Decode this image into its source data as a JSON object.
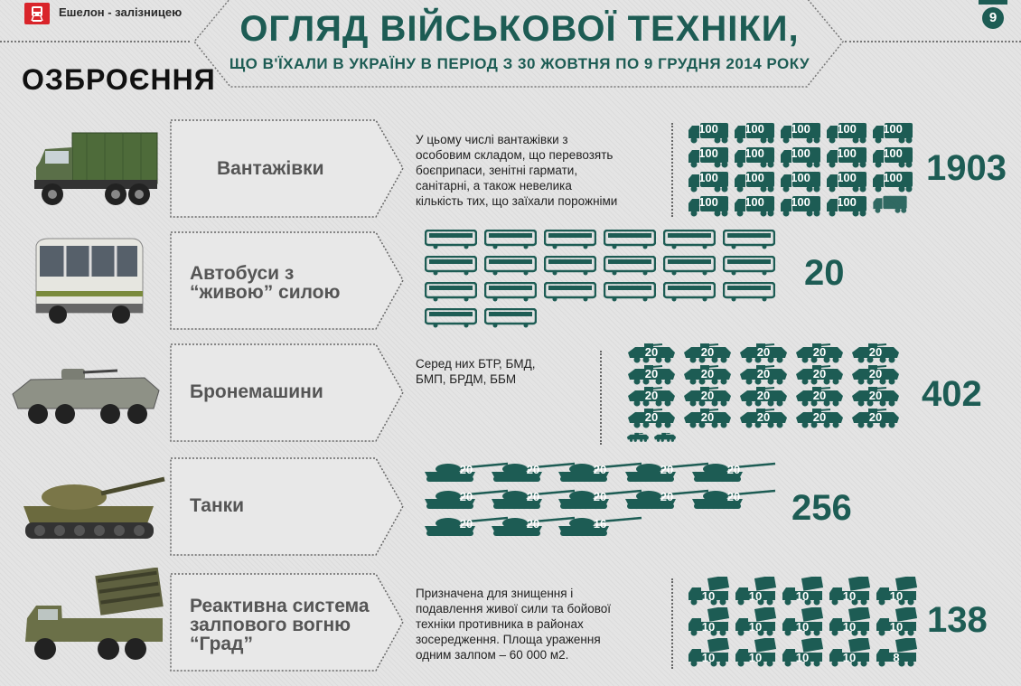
{
  "header": {
    "logo_label": "Ешелон - залізницею",
    "title_line1": "ОГЛЯД ВІЙСЬКОВОЇ ТЕХНІКИ,",
    "title_line2": "ЩО В'ЇХАЛИ В УКРАЇНУ В ПЕРІОД З 30 ЖОВТНЯ ПО 9 ГРУДНЯ 2014 РОКУ",
    "page_number": "9"
  },
  "section_title": "ОЗБРОЄННЯ",
  "colors": {
    "accent": "#1d5c54",
    "logo_red": "#d9242a",
    "text": "#333333"
  },
  "rows": {
    "trucks": {
      "label": "Вантажівки",
      "description": [
        "У цьому числі вантажівки з",
        "особовим складом, що перевозять",
        "боєприпаси, зенітні гармати,",
        "санітарні, а також невелика",
        "кількість тих, що заїхали порожніми"
      ],
      "count": "1903",
      "unit_icon": "truck-icon",
      "icon_labels": [
        "100",
        "100",
        "100",
        "100",
        "100",
        "100",
        "100",
        "100",
        "100",
        "100",
        "100",
        "100",
        "100",
        "100",
        "100",
        "100",
        "100",
        "100",
        "100"
      ],
      "partial_icon_fraction": 0.03
    },
    "buses": {
      "label_lines": [
        "Автобуси з",
        "“живою” силою"
      ],
      "count": "20",
      "unit_icon": "bus-icon",
      "icon_count": 20
    },
    "armored": {
      "label": "Бронемашини",
      "description": [
        "Серед них БТР, БМД,",
        "БМП, БРДМ, ББМ"
      ],
      "count": "402",
      "unit_icon": "apc-icon",
      "icon_labels": [
        "20",
        "20",
        "20",
        "20",
        "20",
        "20",
        "20",
        "20",
        "20",
        "20",
        "20",
        "20",
        "20",
        "20",
        "20",
        "20",
        "20",
        "20",
        "20",
        "20"
      ],
      "small_icons": 2
    },
    "tanks": {
      "label": "Танки",
      "count": "256",
      "unit_icon": "tank-icon",
      "icon_labels": [
        "20",
        "20",
        "20",
        "20",
        "20",
        "20",
        "20",
        "20",
        "20",
        "20",
        "20",
        "20",
        "16"
      ]
    },
    "grad": {
      "label_lines": [
        "Реактивна система",
        "залпового вогню",
        "“Град”"
      ],
      "description": [
        "Призначена для знищення і",
        "подавлення живої сили та бойової",
        "техніки противника в районах",
        "зосередження. Площа ураження",
        "одним залпом – 60 000 м2."
      ],
      "count": "138",
      "unit_icon": "rocket-launcher-icon",
      "icon_labels": [
        "10",
        "10",
        "10",
        "10",
        "10",
        "10",
        "10",
        "10",
        "10",
        "10",
        "10",
        "10",
        "10",
        "10",
        "8"
      ]
    }
  }
}
